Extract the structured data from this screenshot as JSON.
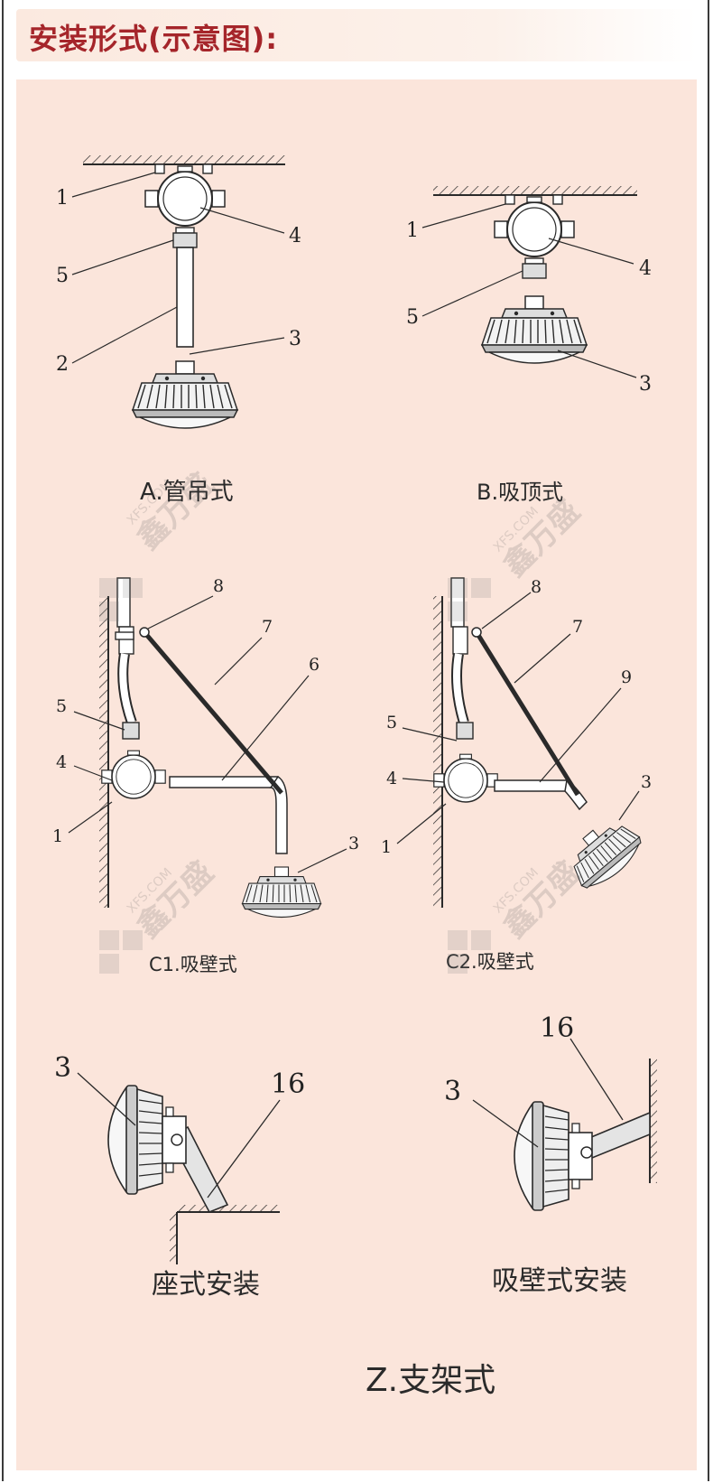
{
  "header": {
    "title": "安装形式(示意图):"
  },
  "diagrams": {
    "A": {
      "caption": "A.管吊式",
      "labels": [
        "1",
        "4",
        "5",
        "2",
        "3"
      ]
    },
    "B": {
      "caption": "B.吸顶式",
      "labels": [
        "1",
        "4",
        "5",
        "3"
      ]
    },
    "C1": {
      "caption": "C1.吸壁式",
      "labels": [
        "8",
        "7",
        "6",
        "5",
        "4",
        "1",
        "3"
      ]
    },
    "C2": {
      "caption": "C2.吸壁式",
      "labels": [
        "8",
        "7",
        "9",
        "5",
        "4",
        "1",
        "3"
      ]
    },
    "Z1": {
      "caption": "座式安装",
      "labels": [
        "3",
        "16"
      ]
    },
    "Z2": {
      "caption": "吸壁式安装",
      "labels": [
        "3",
        "16"
      ]
    },
    "Z": {
      "caption": "Z.支架式"
    }
  },
  "watermark": {
    "text": "鑫万盛",
    "sub": "XFS.COM"
  },
  "colors": {
    "title": "#a5252a",
    "panel": "#fbe5db",
    "line": "#2a2a2a"
  }
}
